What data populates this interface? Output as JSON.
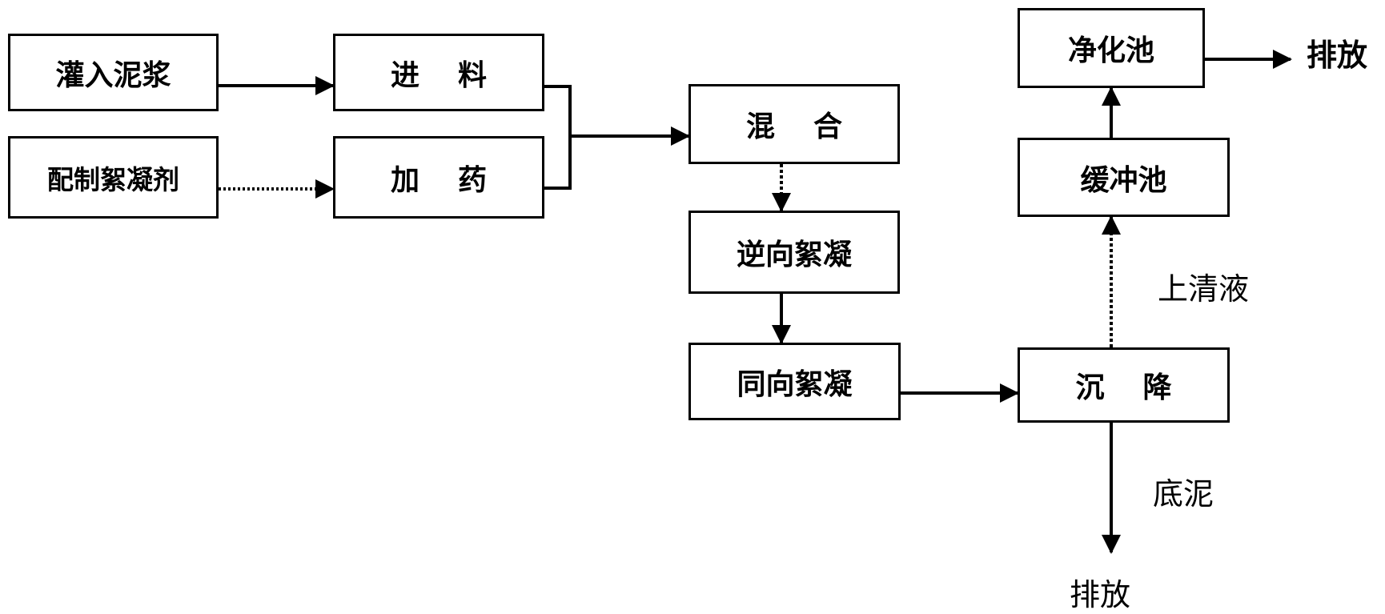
{
  "nodes": {
    "inject_slurry": "灌入泥浆",
    "prepare_flocculant": "配制絮凝剂",
    "feed": "进料",
    "dosing": "加药",
    "mixing": "混合",
    "reverse_flocculation": "逆向絮凝",
    "forward_flocculation": "同向絮凝",
    "settling": "沉降",
    "buffer_tank": "缓冲池",
    "purification_tank": "净化池"
  },
  "labels": {
    "discharge_top": "排放",
    "supernatant": "上清液",
    "bottom_sludge": "底泥",
    "discharge_bottom": "排放"
  },
  "colors": {
    "line": "#000000",
    "background": "#ffffff"
  }
}
